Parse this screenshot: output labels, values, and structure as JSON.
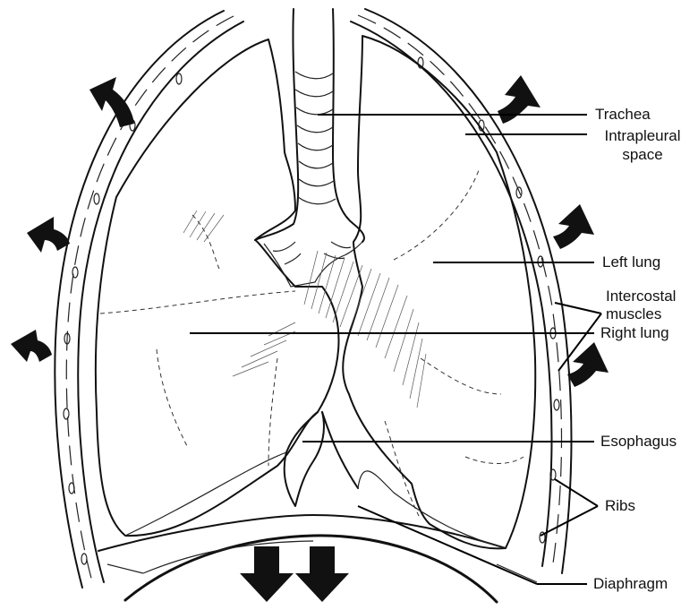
{
  "labels": {
    "trachea": "Trachea",
    "intrapleural_1": "Intrapleural",
    "intrapleural_2": "space",
    "left_lung": "Left lung",
    "intercostal_1": "Intercostal",
    "intercostal_2": "muscles",
    "right_lung": "Right lung",
    "esophagus": "Esophagus",
    "ribs": "Ribs",
    "diaphragm": "Diaphragm"
  },
  "colors": {
    "ink": "#111111",
    "background": "#ffffff"
  }
}
